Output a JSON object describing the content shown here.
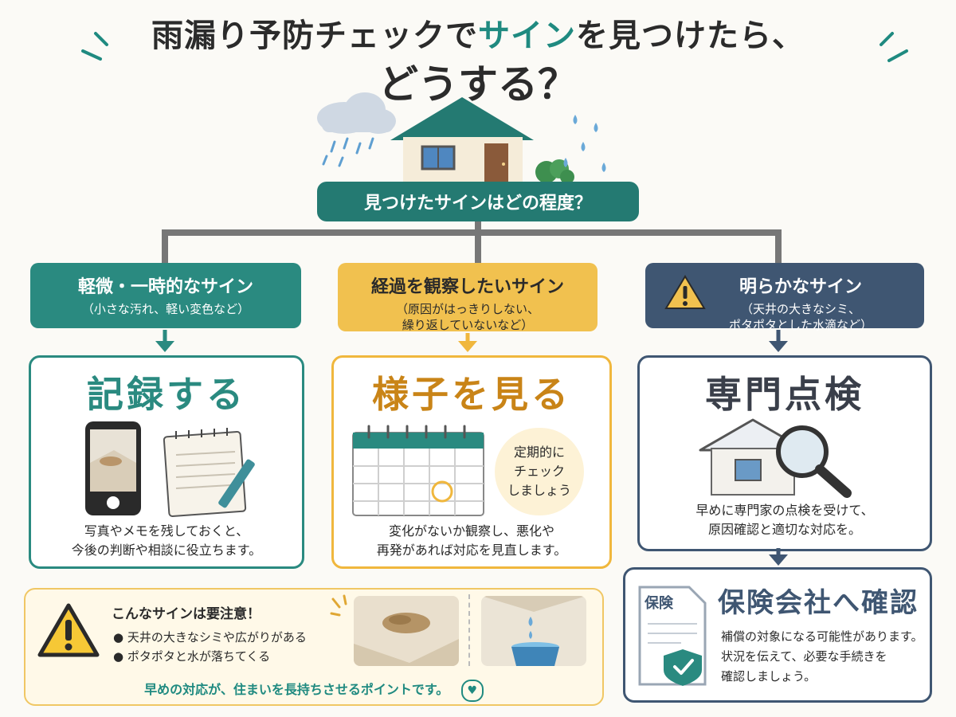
{
  "title": {
    "line1_pre": "雨漏り予防チェックで",
    "line1_highlight": "サイン",
    "line1_post": "を見つけたら、",
    "line2": "どうする？"
  },
  "center_question": "見つけたサインはどの程度？",
  "branches": [
    {
      "head_title": "軽微・一時的なサイン",
      "head_sub": [
        "（小さな汚れ、軽い変色など）"
      ],
      "action": "記録する",
      "desc": [
        "写真やメモを残しておくと、",
        "今後の判断や相談に役立ちます。"
      ]
    },
    {
      "head_title": "経過を観察したいサイン",
      "head_sub": [
        "（原因がはっきりしない、",
        "繰り返していないなど）"
      ],
      "action": "様子を見る",
      "bubble": [
        "定期的に",
        "チェック",
        "しましょう"
      ],
      "desc": [
        "変化がないか観察し、悪化や",
        "再発があれば対応を見直します。"
      ]
    },
    {
      "head_title": "明らかなサイン",
      "head_sub": [
        "（天井の大きなシミ、",
        "ポタポタとした水滴など）"
      ],
      "action": "専門点検",
      "desc": [
        "早めに専門家の点検を受けて、",
        "原因確認と適切な対応を。"
      ]
    }
  ],
  "warning": {
    "title": "こんなサインは要注意！",
    "items": [
      "天井の大きなシミや広がりがある",
      "ポタポタと水が落ちてくる"
    ],
    "footer": "早めの対応が、住まいを長持ちさせるポイントです。"
  },
  "insurance": {
    "doc_label": "保険",
    "title": "保険会社へ確認",
    "desc": [
      "補償の対象になる可能性があります。",
      "状況を伝えて、必要な手続きを",
      "確認しましょう。"
    ]
  },
  "colors": {
    "teal": "#2a8a80",
    "yellow": "#f1c14f",
    "navy": "#3f5672",
    "orange_text": "#c98417"
  }
}
